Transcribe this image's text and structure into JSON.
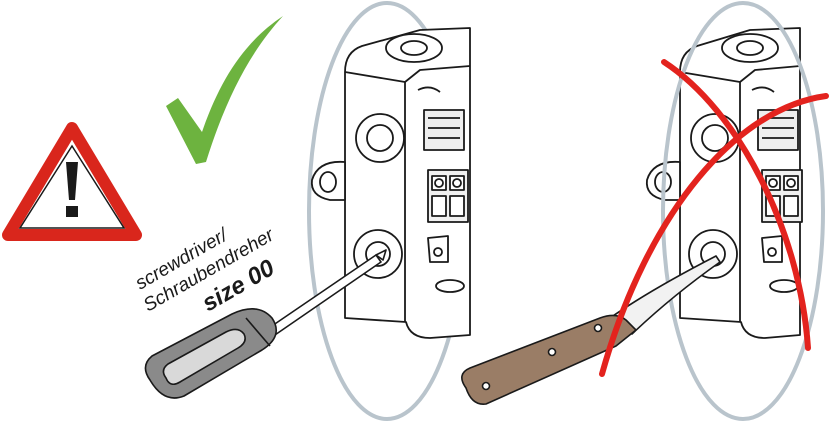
{
  "caption": {
    "line1": "screwdriver/",
    "line2": "Schraubendreher",
    "line3": "size 00"
  },
  "icons": {
    "warning": "warning-triangle-icon",
    "correct": "green-check-icon",
    "wrong": "red-x-icon"
  },
  "colors": {
    "warning_red": "#d9261c",
    "check_green": "#6db33f",
    "cross_red": "#e3231e",
    "ellipse_gray": "#b9c4cc",
    "knife_handle": "#9a7d66",
    "screwdriver_handle": "#8a8a8a"
  }
}
